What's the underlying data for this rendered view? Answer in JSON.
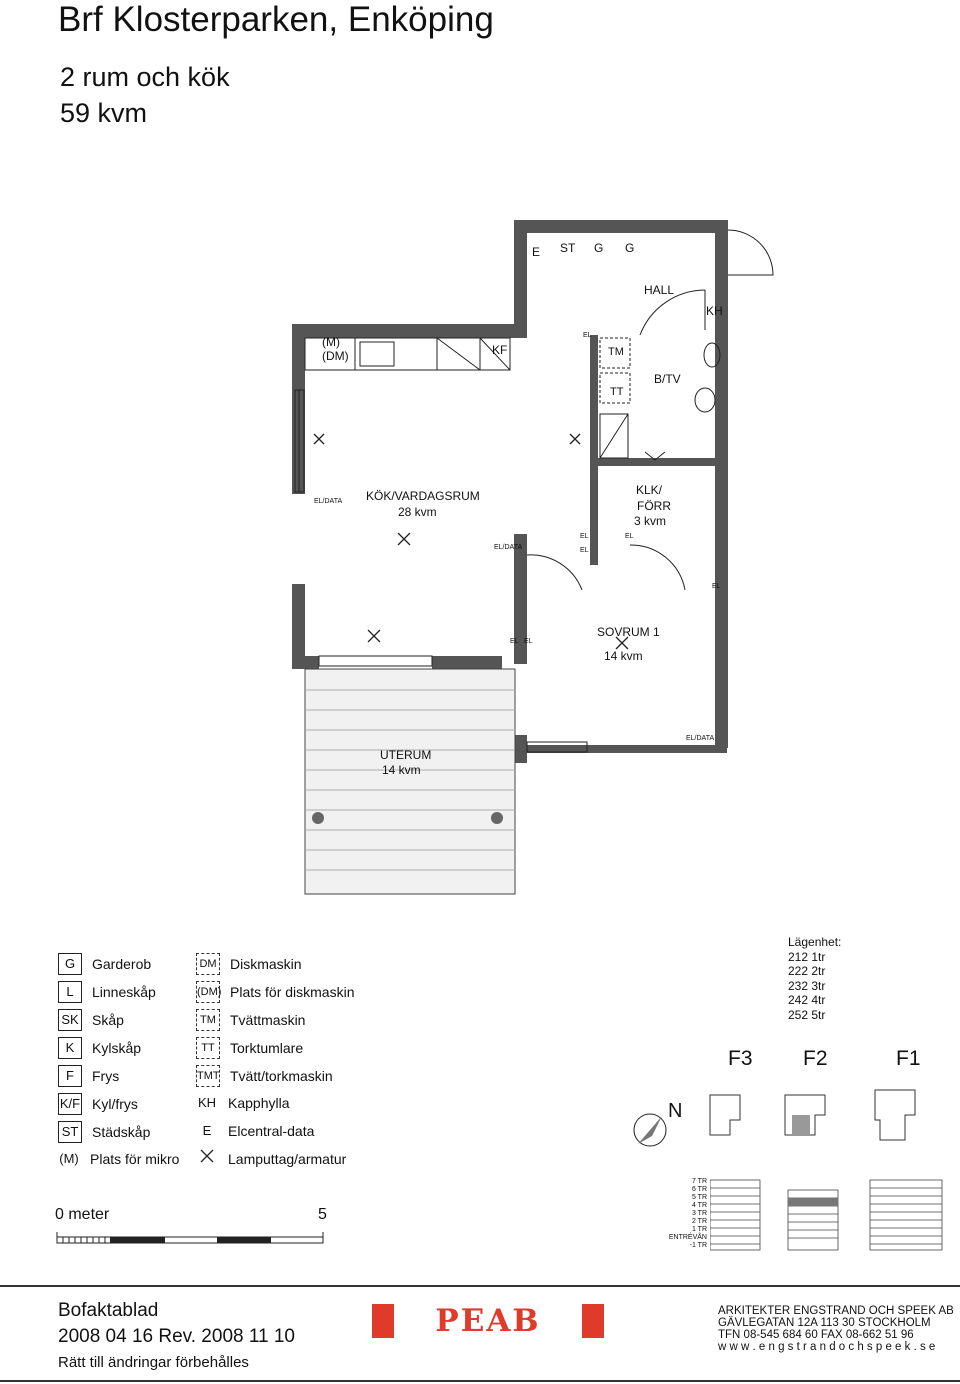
{
  "header": {
    "title": "Brf Klosterparken, Enköping",
    "rooms": "2 rum och kök",
    "area": "59 kvm"
  },
  "plan": {
    "rooms": {
      "kitchen_name": "KÖK/VARDAGSRUM",
      "kitchen_area": "28 kvm",
      "hall": "HALL",
      "bath": "B/TV",
      "closet_name": "KLK/",
      "closet_name2": "FÖRR",
      "closet_area": "3 kvm",
      "bedroom_name": "SOVRUM 1",
      "bedroom_area": "14 kvm",
      "terrace_name": "UTERUM",
      "terrace_area": "14 kvm"
    },
    "labels": {
      "e": "E",
      "st": "ST",
      "g1": "G",
      "g2": "G",
      "kh": "KH",
      "kf": "KF",
      "m": "(M)",
      "dm": "(DM)",
      "tm": "TM",
      "tt": "TT",
      "el": "EL",
      "el_data": "EL/DATA"
    }
  },
  "legend": [
    {
      "code": "G",
      "text": "Garderob"
    },
    {
      "code": "L",
      "text": "Linneskåp"
    },
    {
      "code": "SK",
      "text": "Skåp"
    },
    {
      "code": "K",
      "text": "Kylskåp"
    },
    {
      "code": "F",
      "text": "Frys"
    },
    {
      "code": "K/F",
      "text": "Kyl/frys"
    },
    {
      "code": "ST",
      "text": "Städskåp"
    },
    {
      "code": "(M)",
      "text": "Plats för mikro"
    }
  ],
  "legend2": [
    {
      "code": "DM",
      "text": "Diskmaskin"
    },
    {
      "code": "(DM)",
      "text": "Plats för diskmaskin"
    },
    {
      "code": "TM",
      "text": "Tvättmaskin"
    },
    {
      "code": "TT",
      "text": "Torktumlare"
    },
    {
      "code": "TMT",
      "text": "Tvätt/torkmaskin"
    },
    {
      "code": "KH",
      "text": "Kapphylla"
    },
    {
      "code": "E",
      "text": "Elcentral-data"
    },
    {
      "code": "",
      "text": "Lamputtag/armatur"
    }
  ],
  "scale": {
    "start": "0 meter",
    "end": "5"
  },
  "apartment": {
    "heading": "Lägenhet:",
    "rows": [
      "212  1tr",
      "222  2tr",
      "232  3tr",
      "242  4tr",
      "252  5tr"
    ]
  },
  "key_plan": {
    "north": "N",
    "f3": "F3",
    "f2": "F2",
    "f1": "F1",
    "floors": [
      "7 TR",
      "6 TR",
      "5 TR",
      "4 TR",
      "3 TR",
      "2 TR",
      "1 TR",
      "ENTRÉVÅN",
      "-1 TR"
    ]
  },
  "footer": {
    "doc_type": "Bofaktablad",
    "date": "2008 04 16  Rev. 2008 11 10",
    "note": "Rätt till ändringar förbehålles",
    "logo": "PEAB",
    "arch_lines": [
      "ARKITEKTER ENGSTRAND OCH SPEEK AB",
      "GÄVLEGATAN 12A       113 30 STOCKHOLM",
      "TFN 08-545 684 60       FAX 08-662 51 96",
      "w w w . e n g s t r a n d o c h s p e e k . s e"
    ]
  },
  "colors": {
    "wall": "#555555",
    "line": "#222222",
    "logo_red": "#e03a2a"
  }
}
